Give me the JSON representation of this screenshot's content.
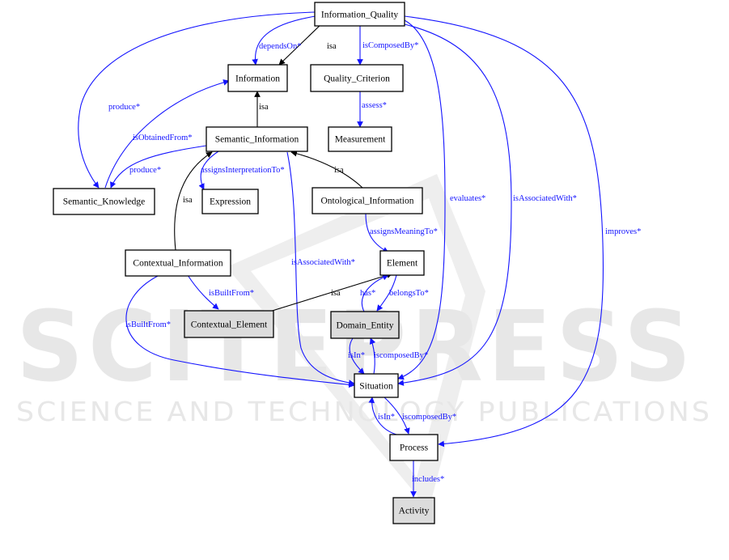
{
  "watermark": {
    "title": "SCITEPRESS",
    "subtitle": "SCIENCE AND TECHNOLOGY PUBLICATIONS"
  },
  "nodes": [
    {
      "id": "Information_Quality",
      "label": "Information_Quality"
    },
    {
      "id": "Information",
      "label": "Information"
    },
    {
      "id": "Quality_Criterion",
      "label": "Quality_Criterion"
    },
    {
      "id": "Measurement",
      "label": "Measurement"
    },
    {
      "id": "Semantic_Information",
      "label": "Semantic_Information"
    },
    {
      "id": "Semantic_Knowledge",
      "label": "Semantic_Knowledge"
    },
    {
      "id": "Expression",
      "label": "Expression"
    },
    {
      "id": "Ontological_Information",
      "label": "Ontological_Information"
    },
    {
      "id": "Contextual_Information",
      "label": "Contextual_Information"
    },
    {
      "id": "Element",
      "label": "Element"
    },
    {
      "id": "Contextual_Element",
      "label": "Contextual_Element"
    },
    {
      "id": "Domain_Entity",
      "label": "Domain_Entity"
    },
    {
      "id": "Situation",
      "label": "Situation"
    },
    {
      "id": "Process",
      "label": "Process"
    },
    {
      "id": "Activity",
      "label": "Activity"
    }
  ],
  "edges": [
    {
      "from": "Information_Quality",
      "to": "Information",
      "label": "dependsOn*",
      "kind": "relation"
    },
    {
      "from": "Information_Quality",
      "to": "Information",
      "label": "isa",
      "kind": "isa"
    },
    {
      "from": "Information_Quality",
      "to": "Quality_Criterion",
      "label": "isComposedBy*",
      "kind": "relation"
    },
    {
      "from": "Information_Quality",
      "to": "Semantic_Knowledge",
      "label": "produce*",
      "kind": "relation"
    },
    {
      "from": "Information_Quality",
      "to": "Situation",
      "label": "evaluates*",
      "kind": "relation"
    },
    {
      "from": "Information_Quality",
      "to": "Situation",
      "label": "isAssociatedWith*",
      "kind": "relation"
    },
    {
      "from": "Information_Quality",
      "to": "Process",
      "label": "improves*",
      "kind": "relation"
    },
    {
      "from": "Quality_Criterion",
      "to": "Measurement",
      "label": "assess*",
      "kind": "relation"
    },
    {
      "from": "Semantic_Information",
      "to": "Information",
      "label": "isa",
      "kind": "isa"
    },
    {
      "from": "Semantic_Knowledge",
      "to": "Information",
      "label": "isObtainedFrom*",
      "kind": "relation"
    },
    {
      "from": "Semantic_Information",
      "to": "Semantic_Knowledge",
      "label": "produce*",
      "kind": "relation"
    },
    {
      "from": "Semantic_Information",
      "to": "Expression",
      "label": "assignsInterpretationTo*",
      "kind": "relation"
    },
    {
      "from": "Ontological_Information",
      "to": "Semantic_Information",
      "label": "isa",
      "kind": "isa"
    },
    {
      "from": "Contextual_Information",
      "to": "Semantic_Information",
      "label": "isa",
      "kind": "isa"
    },
    {
      "from": "Semantic_Information",
      "to": "Situation",
      "label": "isAssociatedWith*",
      "kind": "relation"
    },
    {
      "from": "Ontological_Information",
      "to": "Element",
      "label": "assignsMeaningTo*",
      "kind": "relation"
    },
    {
      "from": "Contextual_Information",
      "to": "Contextual_Element",
      "label": "isBuiltFrom*",
      "kind": "relation"
    },
    {
      "from": "Contextual_Information",
      "to": "Situation",
      "label": "isBuiltFrom*",
      "kind": "relation"
    },
    {
      "from": "Contextual_Element",
      "to": "Element",
      "label": "isa",
      "kind": "isa"
    },
    {
      "from": "Domain_Entity",
      "to": "Element",
      "label": "has*",
      "kind": "relation"
    },
    {
      "from": "Element",
      "to": "Domain_Entity",
      "label": "belongsTo*",
      "kind": "relation"
    },
    {
      "from": "Domain_Entity",
      "to": "Situation",
      "label": "isIn*",
      "kind": "relation"
    },
    {
      "from": "Situation",
      "to": "Domain_Entity",
      "label": "iscomposedBy*",
      "kind": "relation"
    },
    {
      "from": "Process",
      "to": "Situation",
      "label": "isIn*",
      "kind": "relation"
    },
    {
      "from": "Situation",
      "to": "Process",
      "label": "iscomposedBy*",
      "kind": "relation"
    },
    {
      "from": "Process",
      "to": "Activity",
      "label": "includes*",
      "kind": "relation"
    }
  ],
  "colors": {
    "relation": "#1414ff",
    "isa": "#000000",
    "shaded_node": "#dcdcdc",
    "watermark": "#e7e7e7"
  }
}
